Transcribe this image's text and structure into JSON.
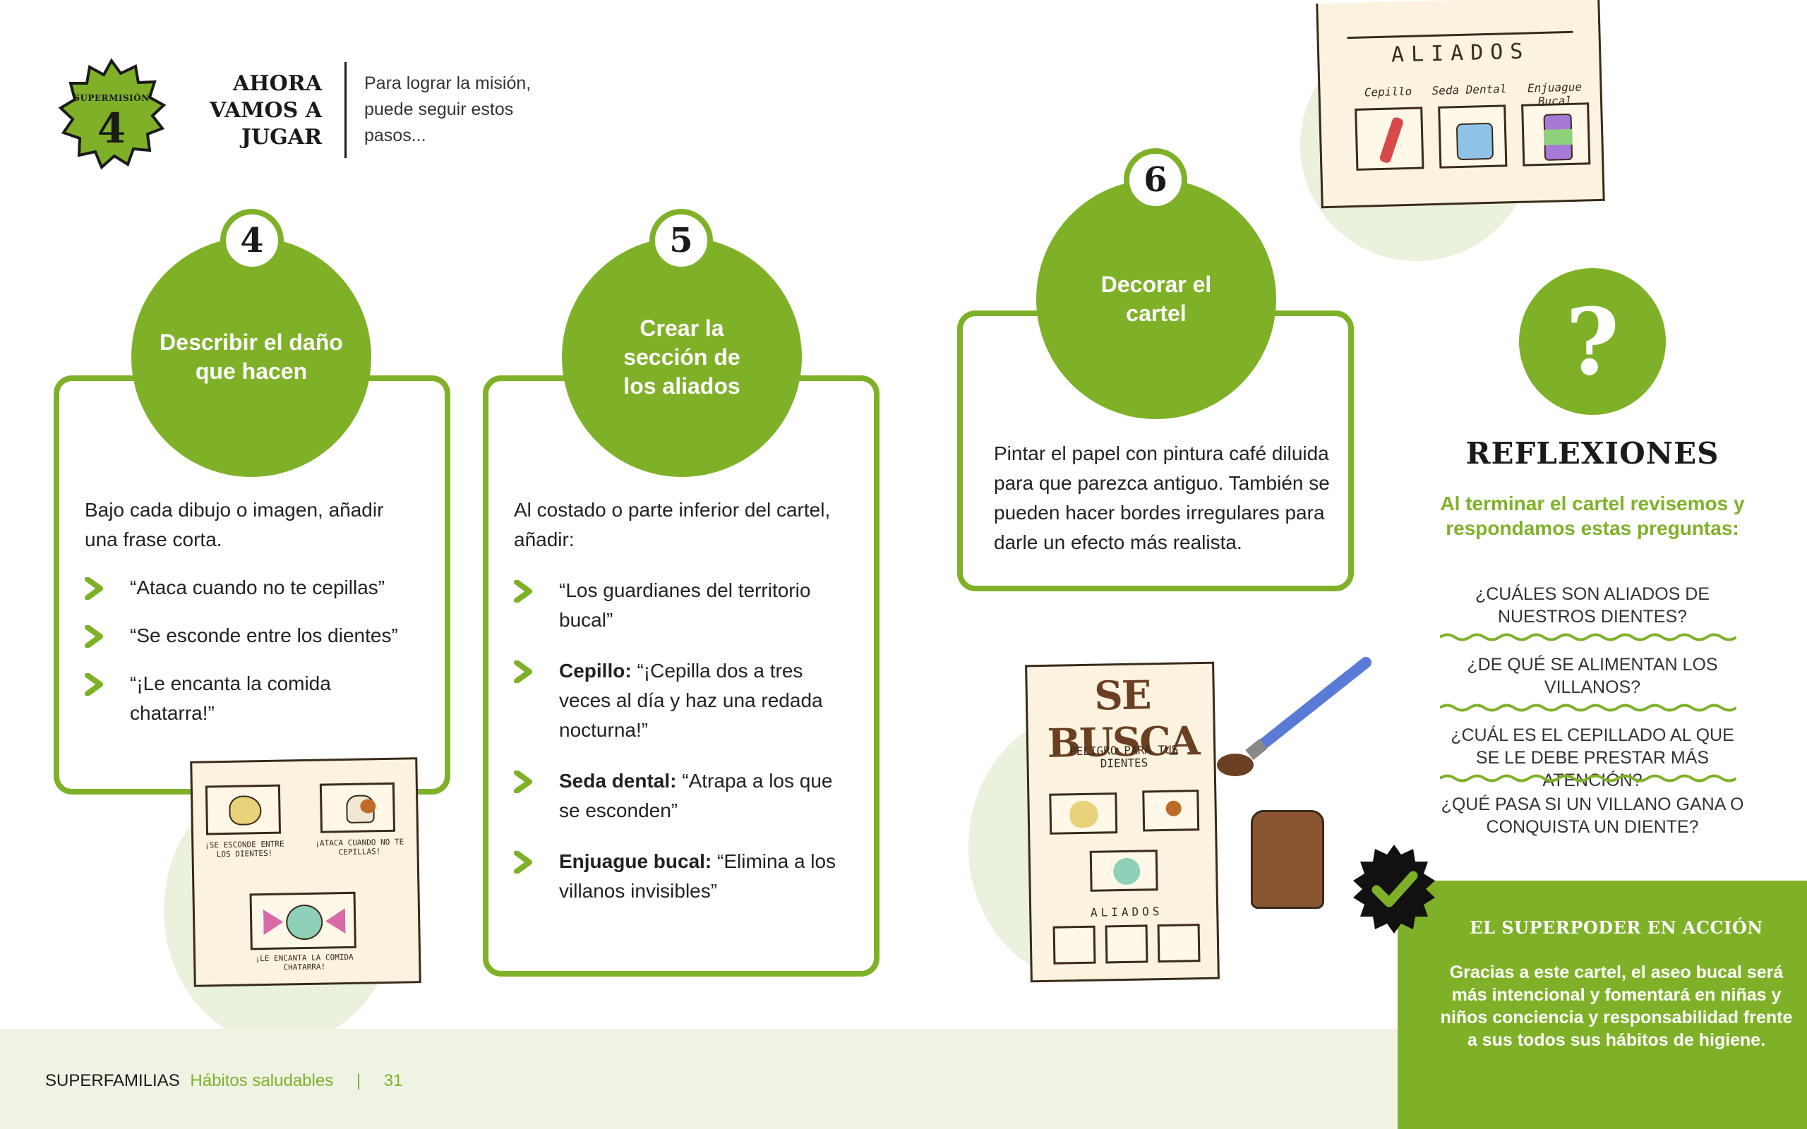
{
  "header": {
    "badge_label": "SUPERMISIÓN",
    "badge_number": "4",
    "title": "AHORA VAMOS A JUGAR",
    "subtitle": "Para lograr la misión, puede seguir estos pasos..."
  },
  "steps": [
    {
      "number": "4",
      "title": "Describir el daño que hacen",
      "intro": "Bajo cada dibujo o imagen, añadir una frase corta.",
      "bullets": [
        {
          "bold": "",
          "text": "“Ataca cuando no te cepillas”"
        },
        {
          "bold": "",
          "text": "“Se esconde entre los dientes”"
        },
        {
          "bold": "",
          "text": "“¡Le encanta la comida chatarra!”"
        }
      ]
    },
    {
      "number": "5",
      "title": "Crear la sección de los aliados",
      "intro": "Al costado o parte inferior del cartel, añadir:",
      "bullets": [
        {
          "bold": "",
          "text": "“Los guardianes del territorio bucal”"
        },
        {
          "bold": "Cepillo:",
          "text": " “¡Cepilla dos a tres veces al día y haz una redada nocturna!”"
        },
        {
          "bold": "Seda dental:",
          "text": " “Atrapa a los que se esconden”"
        },
        {
          "bold": "Enjuague bucal:",
          "text": " “Elimina a los villanos invisibles”"
        }
      ]
    },
    {
      "number": "6",
      "title": "Decorar el cartel",
      "intro": "Pintar el papel con pintura café diluida para que parezca antiguo. También se pueden hacer bordes irregulares para darle un efecto más realista."
    }
  ],
  "illustrations": {
    "allies_poster": {
      "title": "ALIADOS",
      "labels": [
        "Cepillo",
        "Seda Dental",
        "Enjuague Bucal"
      ]
    },
    "villains_sheet": {
      "captions": [
        "¡SE ESCONDE ENTRE LOS DIENTES!",
        "¡ATACA CUANDO NO TE CEPILLAS!",
        "¡LE ENCANTA LA COMIDA CHATARRA!"
      ]
    },
    "wanted_poster": {
      "title": "SE BUSCA",
      "subtitle": "PELIGRO PARA TUS DIENTES",
      "section": "ALIADOS"
    }
  },
  "reflections": {
    "title": "REFLEXIONES",
    "subtitle": "Al terminar el cartel revisemos y respondamos estas preguntas:",
    "questions": [
      "¿CUÁLES SON ALIADOS DE NUESTROS DIENTES?",
      "¿DE QUÉ SE ALIMENTAN LOS VILLANOS?",
      "¿CUÁL ES EL CEPILLADO AL QUE SE LE DEBE PRESTAR MÁS ATENCIÓN?",
      "¿QUÉ PASA SI UN VILLANO GANA O CONQUISTA UN DIENTE?"
    ]
  },
  "superpower": {
    "title": "EL SUPERPODER EN ACCIÓN",
    "body": "Gracias a este cartel, el aseo bucal será más intencional y fomentará en niñas y niños conciencia y responsabilidad frente a sus todos sus hábitos de higiene."
  },
  "footer": {
    "brand": "SUPERFAMILIAS",
    "section": "Hábitos saludables",
    "page": "31"
  },
  "colors": {
    "accent": "#7fb128",
    "pale": "#eaf1dc",
    "ink": "#1a1a1a"
  },
  "icons": [
    "chevron-right-icon",
    "question-mark-icon",
    "checkmark-badge-icon",
    "starburst-badge-icon",
    "paintbrush-icon"
  ]
}
